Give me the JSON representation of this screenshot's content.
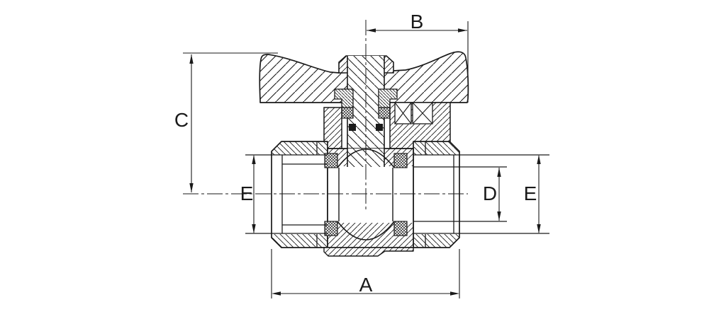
{
  "drawing": {
    "kind": "ball-valve-cross-section",
    "colors": {
      "line": "#1a1a1a",
      "background": "#ffffff"
    },
    "dimensions": {
      "a": {
        "label": "A"
      },
      "b": {
        "label": "B"
      },
      "c": {
        "label": "C"
      },
      "d": {
        "label": "D"
      },
      "e_left": {
        "label": "E"
      },
      "e_right": {
        "label": "E"
      }
    }
  }
}
